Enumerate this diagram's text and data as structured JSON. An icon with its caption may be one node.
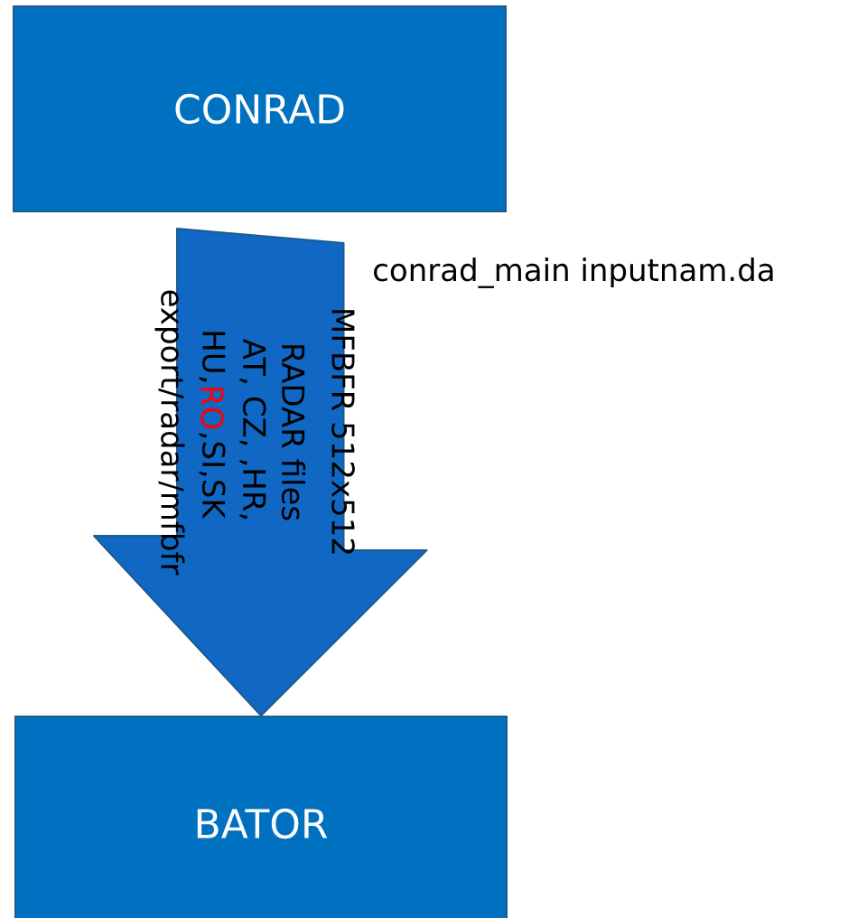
{
  "diagram": {
    "nodes": [
      {
        "text": [
          "CONRAD"
        ]
      },
      {
        "text": [
          "BATOR"
        ]
      }
    ],
    "edges": [
      {
        "from": 0,
        "to": 1,
        "arrow": "to"
      }
    ],
    "labels": [
      "MFBFR 512x512",
      "RADAR files",
      "AT, CZ, ,HR,",
      "HU,",
      "RO",
      ",SI,SK",
      "export/radar/mfbfr",
      "conrad_main inputnam.da"
    ]
  }
}
